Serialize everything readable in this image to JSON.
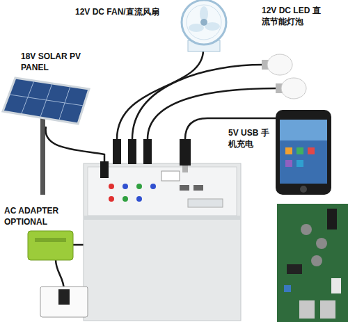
{
  "diagram": {
    "labels": [
      "18V SOLAR PV PANEL",
      "12V DC FAN/直流风扇",
      "12V DC LED 直流节能灯泡",
      "5V USB 手机充电",
      "AC ADAPTER OPTIONAL"
    ]
  }
}
